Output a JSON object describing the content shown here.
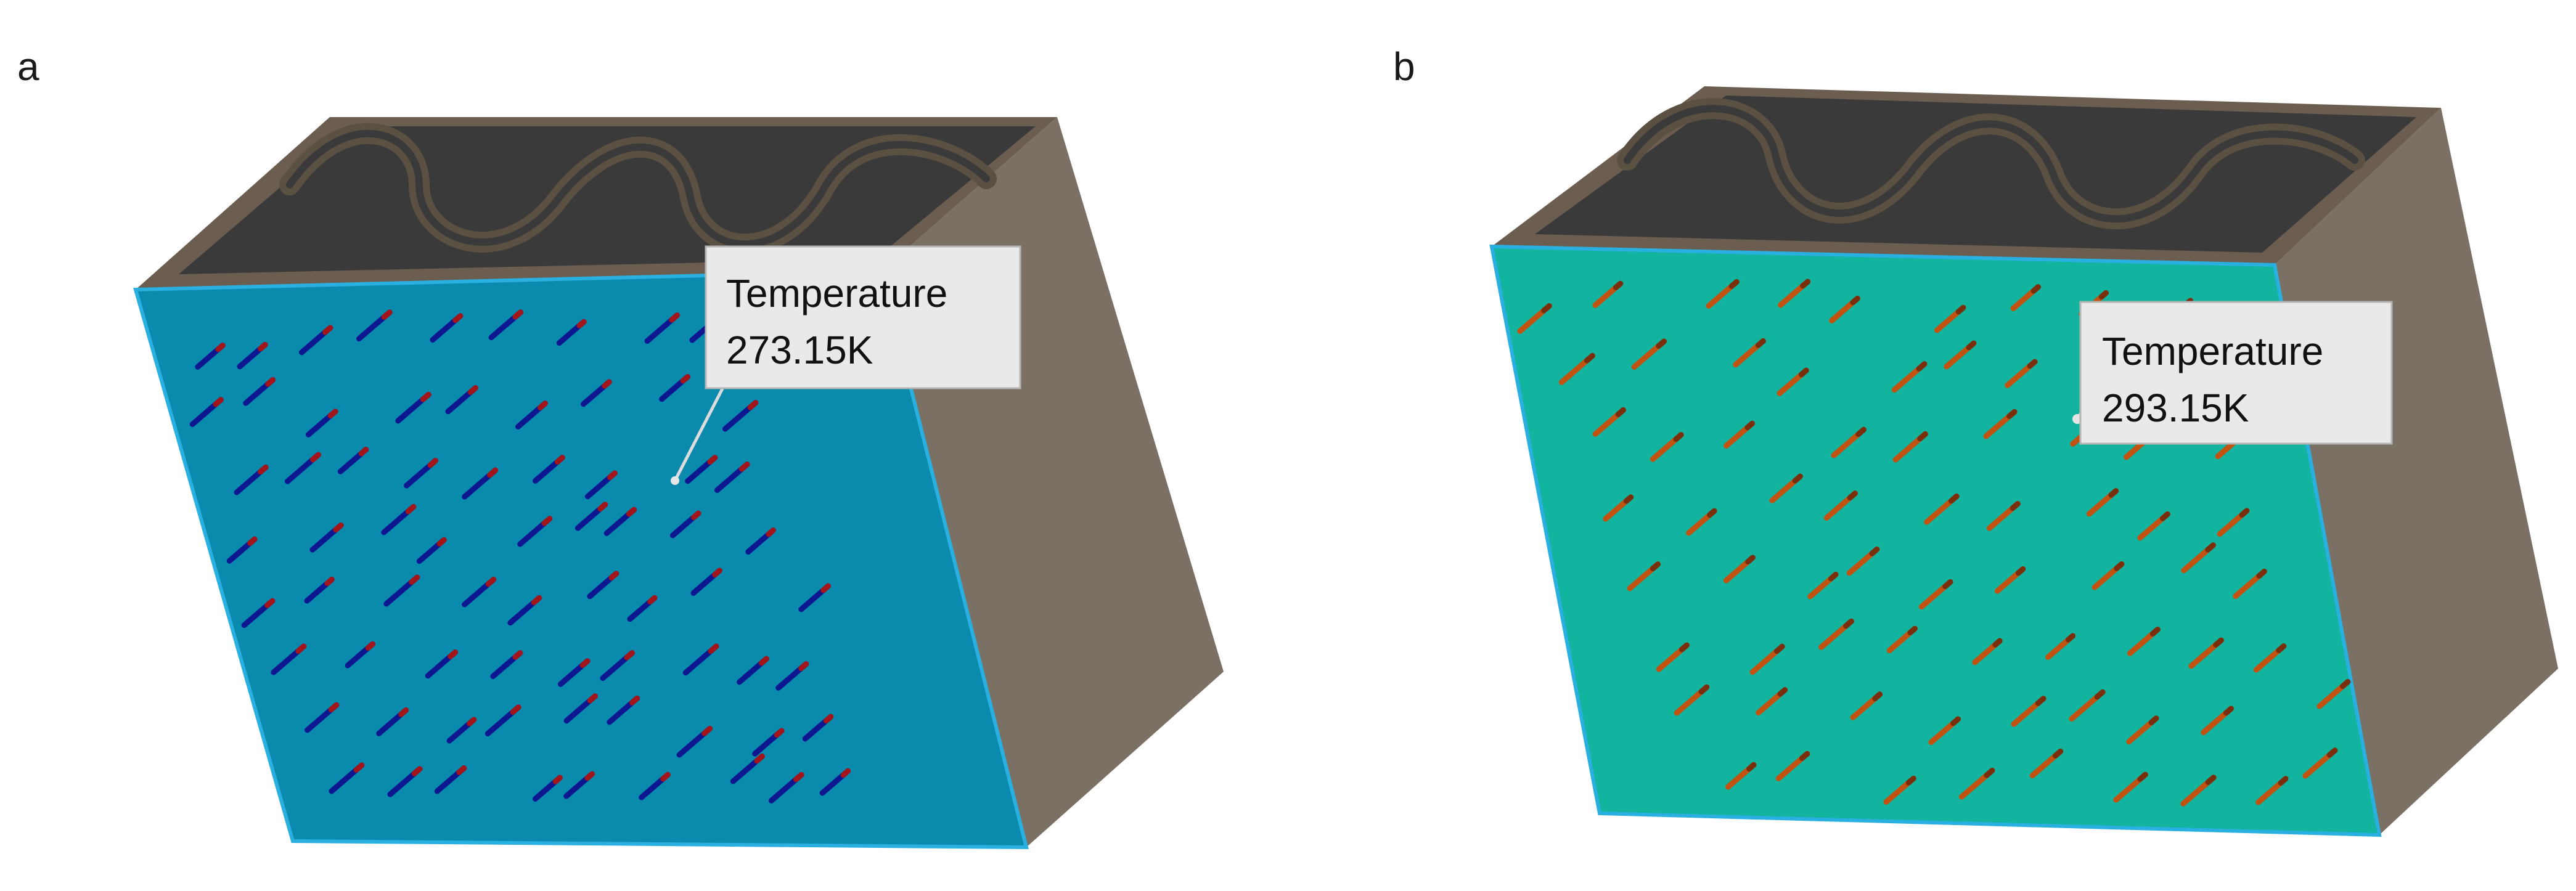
{
  "panels": [
    {
      "id": "a",
      "label": "a",
      "callout": {
        "title": "Temperature",
        "value": "273.15K"
      },
      "colors": {
        "face": "#0a8aad",
        "edge": "#2ab0e0",
        "side": "#7a7063",
        "top": "#3a3a3a",
        "rim": "#6b5e50",
        "channel": "#5b5142",
        "arrow": "#0d1790",
        "tip": "#a2151a"
      }
    },
    {
      "id": "b",
      "label": "b",
      "callout": {
        "title": "Temperature",
        "value": "293.15K"
      },
      "colors": {
        "face": "#12b39f",
        "edge": "#2ab0e0",
        "side": "#7a7063",
        "top": "#3a3a3a",
        "rim": "#6b5e50",
        "channel": "#5b5142",
        "arrow": "#c1520f",
        "tip": "#7a2e0c"
      }
    }
  ]
}
